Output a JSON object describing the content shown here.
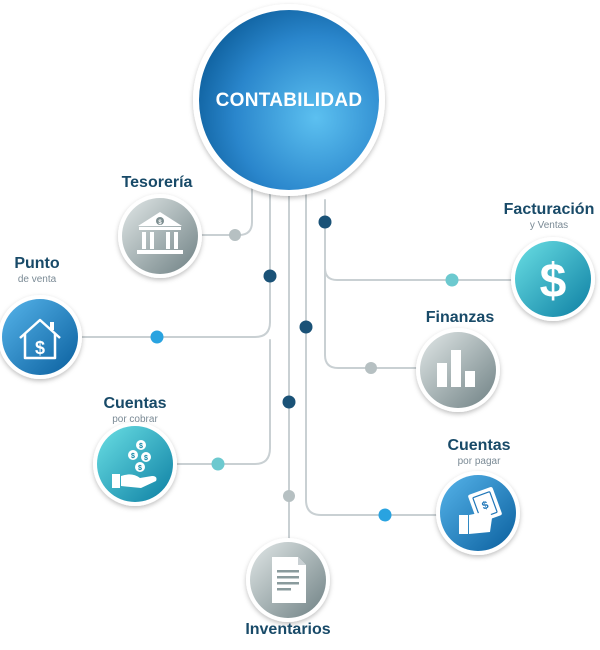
{
  "hub": {
    "label": "CONTABILIDAD"
  },
  "modules": {
    "tesoreria": {
      "title": "Tesorería",
      "icon": "bank-icon"
    },
    "punto": {
      "title": "Punto",
      "subtitle": "de venta",
      "icon": "house-dollar-icon"
    },
    "cobrar": {
      "title": "Cuentas",
      "subtitle": "por cobrar",
      "icon": "hand-coins-icon"
    },
    "inventarios": {
      "title": "Inventarios",
      "icon": "document-icon"
    },
    "facturacion": {
      "title": "Facturación",
      "subtitle": "y Ventas",
      "icon": "dollar-sign-icon"
    },
    "finanzas": {
      "title": "Finanzas",
      "icon": "bar-chart-icon"
    },
    "pagar": {
      "title": "Cuentas",
      "subtitle": "por pagar",
      "icon": "hand-cash-icon"
    }
  },
  "colors": {
    "blue_dark": "#0a5f9e",
    "blue_light": "#3fa0dc",
    "gray_dark": "#6f8184",
    "gray_light": "#c6d0d0",
    "teal_dark": "#0d86a6",
    "teal_light": "#5fd6de",
    "wire": "#c9d0d3",
    "dot_navy": "#1a5277",
    "dot_blue": "#29a3e0",
    "dot_teal": "#6cc9cf",
    "dot_gray": "#b6c0c2"
  }
}
